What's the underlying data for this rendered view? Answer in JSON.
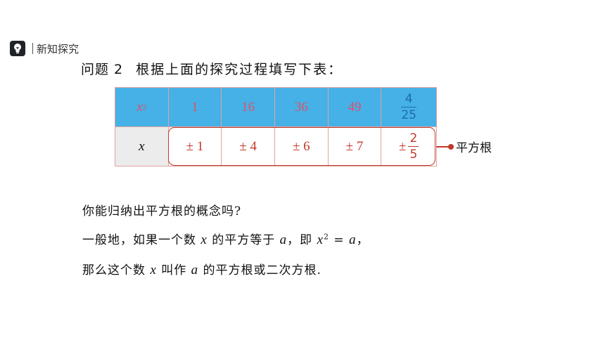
{
  "section": {
    "label": "新知探究",
    "icon": "lightbulb-icon"
  },
  "question": {
    "number": "问题 2",
    "text": "根据上面的探究过程填写下表："
  },
  "table": {
    "row_header_top": "x",
    "row_header_top_sup": "2",
    "row_header_bottom": "x",
    "squares": [
      "1",
      "16",
      "36",
      "49"
    ],
    "square_frac": {
      "num": "4",
      "den": "25"
    },
    "roots": [
      "± 1",
      "± 4",
      "± 6",
      "± 7"
    ],
    "root_frac_sign": "±",
    "root_frac": {
      "num": "2",
      "den": "5"
    }
  },
  "annotation": "平方根",
  "lines": {
    "l1": "你能归纳出平方根的概念吗?",
    "l2_a": "一般地，如果一个数 ",
    "l2_x": "x",
    "l2_b": " 的平方等于 ",
    "l2_a_var": "a",
    "l2_c": "，即 ",
    "l2_x2": "x",
    "l2_sup": "2",
    "l2_eq": " = ",
    "l2_a2": "a",
    "l2_end": "，",
    "l3_a": "那么这个数 ",
    "l3_x": "x",
    "l3_b": " 叫作 ",
    "l3_a_var": "a",
    "l3_c": " 的平方根或二次方根."
  },
  "colors": {
    "header_bg": "#45b1e6",
    "accent_red": "#c0392b",
    "pink_text": "#e0506a"
  }
}
